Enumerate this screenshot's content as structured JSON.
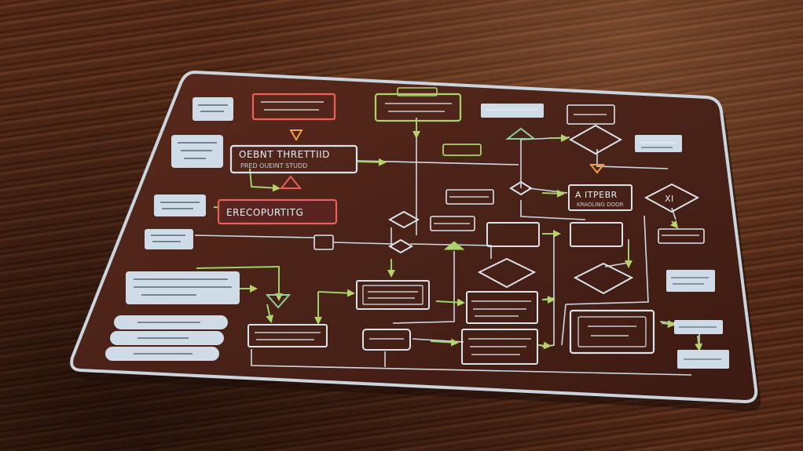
{
  "scene": {
    "labels": {
      "main_box": "OEBNT THRETTIID",
      "main_box_sub": "PRED OUEINT STUDD",
      "red_box": "ERECOPURTITG",
      "right_box": "A ITPEBR",
      "right_box_sub": "KRAOLING DOOR",
      "diamond_x": "XI"
    }
  }
}
